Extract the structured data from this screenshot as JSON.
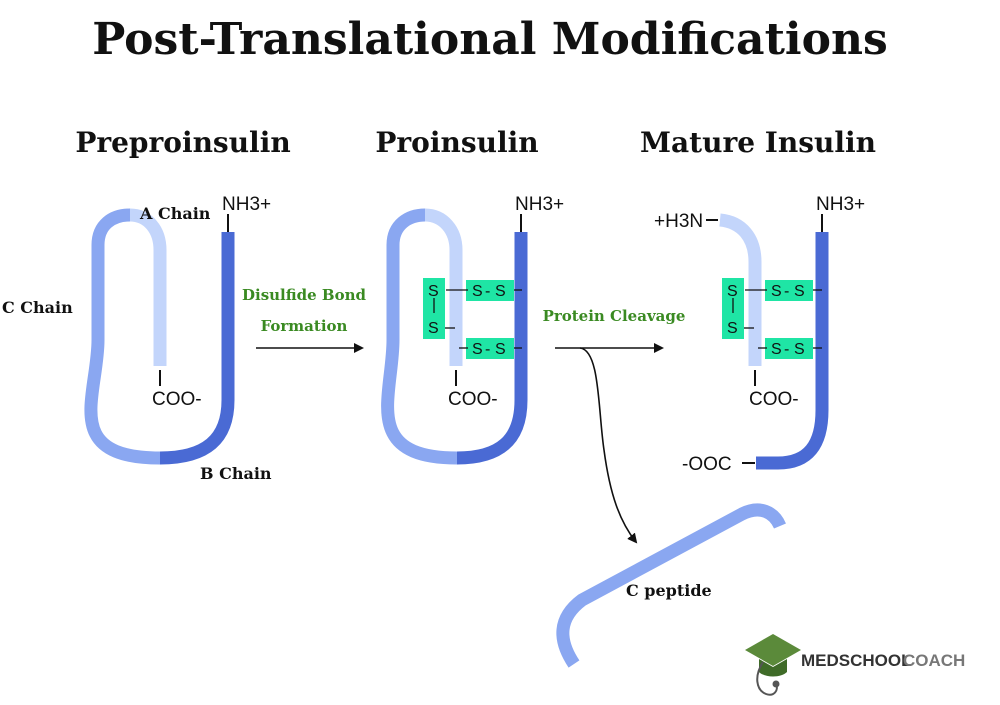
{
  "title": "Post-Translational Modifications",
  "stages": {
    "preproinsulin": "Preproinsulin",
    "proinsulin": "Proinsulin",
    "mature_insulin": "Mature Insulin"
  },
  "labels": {
    "a_chain": "A Chain",
    "b_chain": "B Chain",
    "c_chain": "C Chain",
    "nh3": "NH3+",
    "coo": "COO-",
    "h3n": "+H3N",
    "ooc": "-OOC",
    "c_peptide": "C peptide",
    "s": "S",
    "dash": "-",
    "bar": "|"
  },
  "steps": {
    "step1_line1": "Disulfide Bond",
    "step1_line2": "Formation",
    "step2": "Protein Cleavage"
  },
  "logo": {
    "part1": "MEDSCHOOL",
    "part2": "COACH"
  },
  "colors": {
    "a_chain": "#c3d5fb",
    "b_chain": "#4a6ad4",
    "c_chain": "#8aa7f1",
    "disulfide_box": "#1fe5a5",
    "step_text": "#3a8a22",
    "logo_green": "#5b8a3a",
    "logo_dark": "#333333",
    "logo_gray": "#777777"
  }
}
